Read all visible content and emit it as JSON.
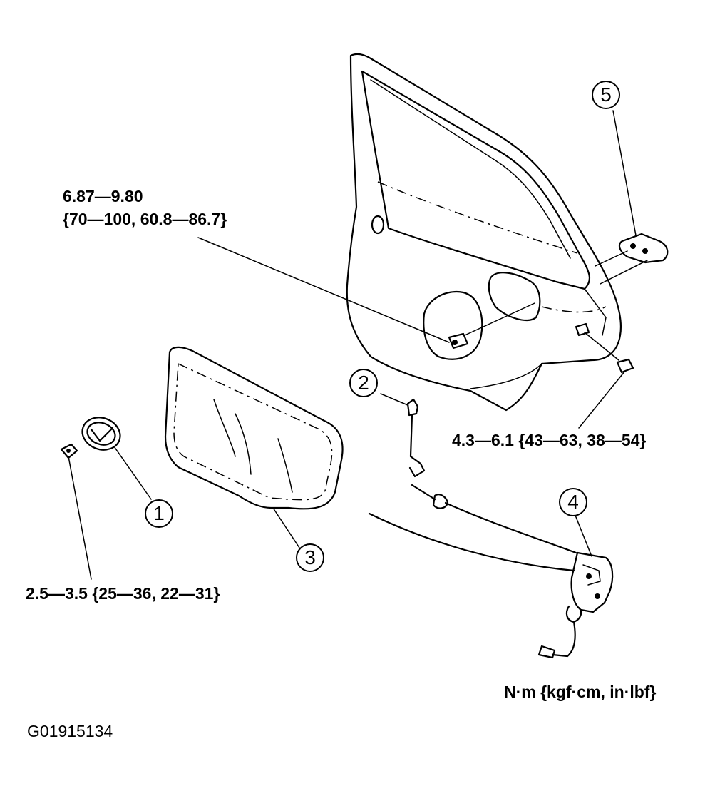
{
  "torque_labels": {
    "bolt_upper_line1": "6.87—9.80",
    "bolt_upper_line2": "{70—100, 60.8—86.7}",
    "bolt_right": "4.3—6.1 {43—63, 38—54}",
    "bolt_left": "2.5—3.5 {25—36, 22—31}"
  },
  "callouts": {
    "c1": "1",
    "c2": "2",
    "c3": "3",
    "c4": "4",
    "c5": "5"
  },
  "units_label": "N·m {kgf·cm, in·lbf}",
  "figure_code": "G01915134"
}
